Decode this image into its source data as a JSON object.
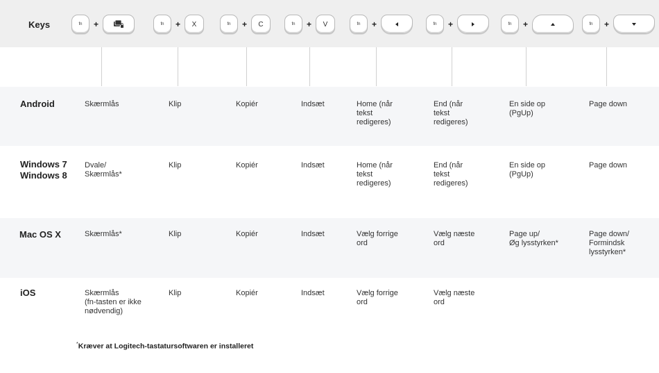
{
  "header": {
    "title": "Keys",
    "combos": [
      {
        "fn": "fn",
        "key": "lock-screen-icon"
      },
      {
        "fn": "fn",
        "key": "X"
      },
      {
        "fn": "fn",
        "key": "C"
      },
      {
        "fn": "fn",
        "key": "V"
      },
      {
        "fn": "fn",
        "key": "left-arrow-icon"
      },
      {
        "fn": "fn",
        "key": "right-arrow-icon"
      },
      {
        "fn": "fn",
        "key": "up-arrow-icon"
      },
      {
        "fn": "fn",
        "key": "down-arrow-icon"
      }
    ]
  },
  "rows": [
    {
      "os": "Android",
      "cells": [
        "Skærmlås",
        "Klip",
        "Kopiér",
        "Indsæt",
        "Home (når\ntekst\nredigeres)",
        "End (når\ntekst\nredigeres)",
        "En side op\n(PgUp)",
        "Page down"
      ]
    },
    {
      "os": "Windows 7\nWindows 8",
      "cells": [
        "Dvale/\nSkærmlås*",
        "Klip",
        "Kopiér",
        "Indsæt",
        "Home (når\ntekst\nredigeres)",
        "End (når\ntekst\nredigeres)",
        "En side op\n(PgUp)",
        "Page down"
      ]
    },
    {
      "os": "Mac OS X",
      "cells": [
        "Skærmlås*",
        "Klip",
        "Kopiér",
        "Indsæt",
        "Vælg forrige\nord",
        "Vælg næste\nord",
        "Page up/\nØg lysstyrken*",
        "Page down/\nFormindsk\nlysstyrken*"
      ]
    },
    {
      "os": "iOS",
      "cells": [
        "Skærmlås\n(fn-tasten er ikke\nnødvendig)",
        "Klip",
        "Kopiér",
        "Indsæt",
        "Vælg forrige\nord",
        "Vælg næste\nord",
        "",
        ""
      ]
    }
  ],
  "footnote": {
    "mark": "*",
    "text": "Kræver at Logitech-tastatursoftwaren er installeret"
  }
}
